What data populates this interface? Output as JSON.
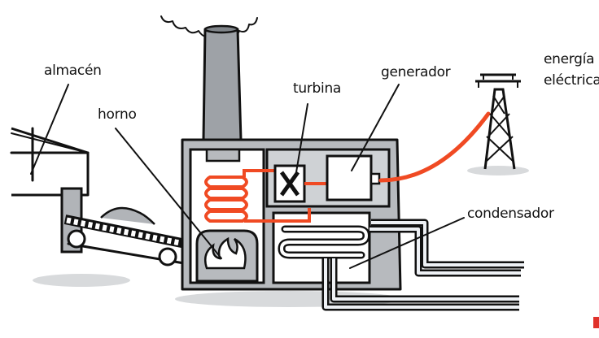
{
  "labels": {
    "almacen": "almacén",
    "horno": "horno",
    "turbina": "turbina",
    "generador": "generador",
    "energia_line1": "energía",
    "energia_line2": "eléctrica",
    "condensador": "condensador"
  },
  "colors": {
    "ink": "#111111",
    "steel": "#a9adb2",
    "steel_dark": "#8e9297",
    "panel": "#c3c6c9",
    "electric": "#f04a23",
    "coil": "#f04a23",
    "flame": "#ffffff",
    "water_pipe": "#ffffff",
    "shadow": "#cfd1d3"
  }
}
